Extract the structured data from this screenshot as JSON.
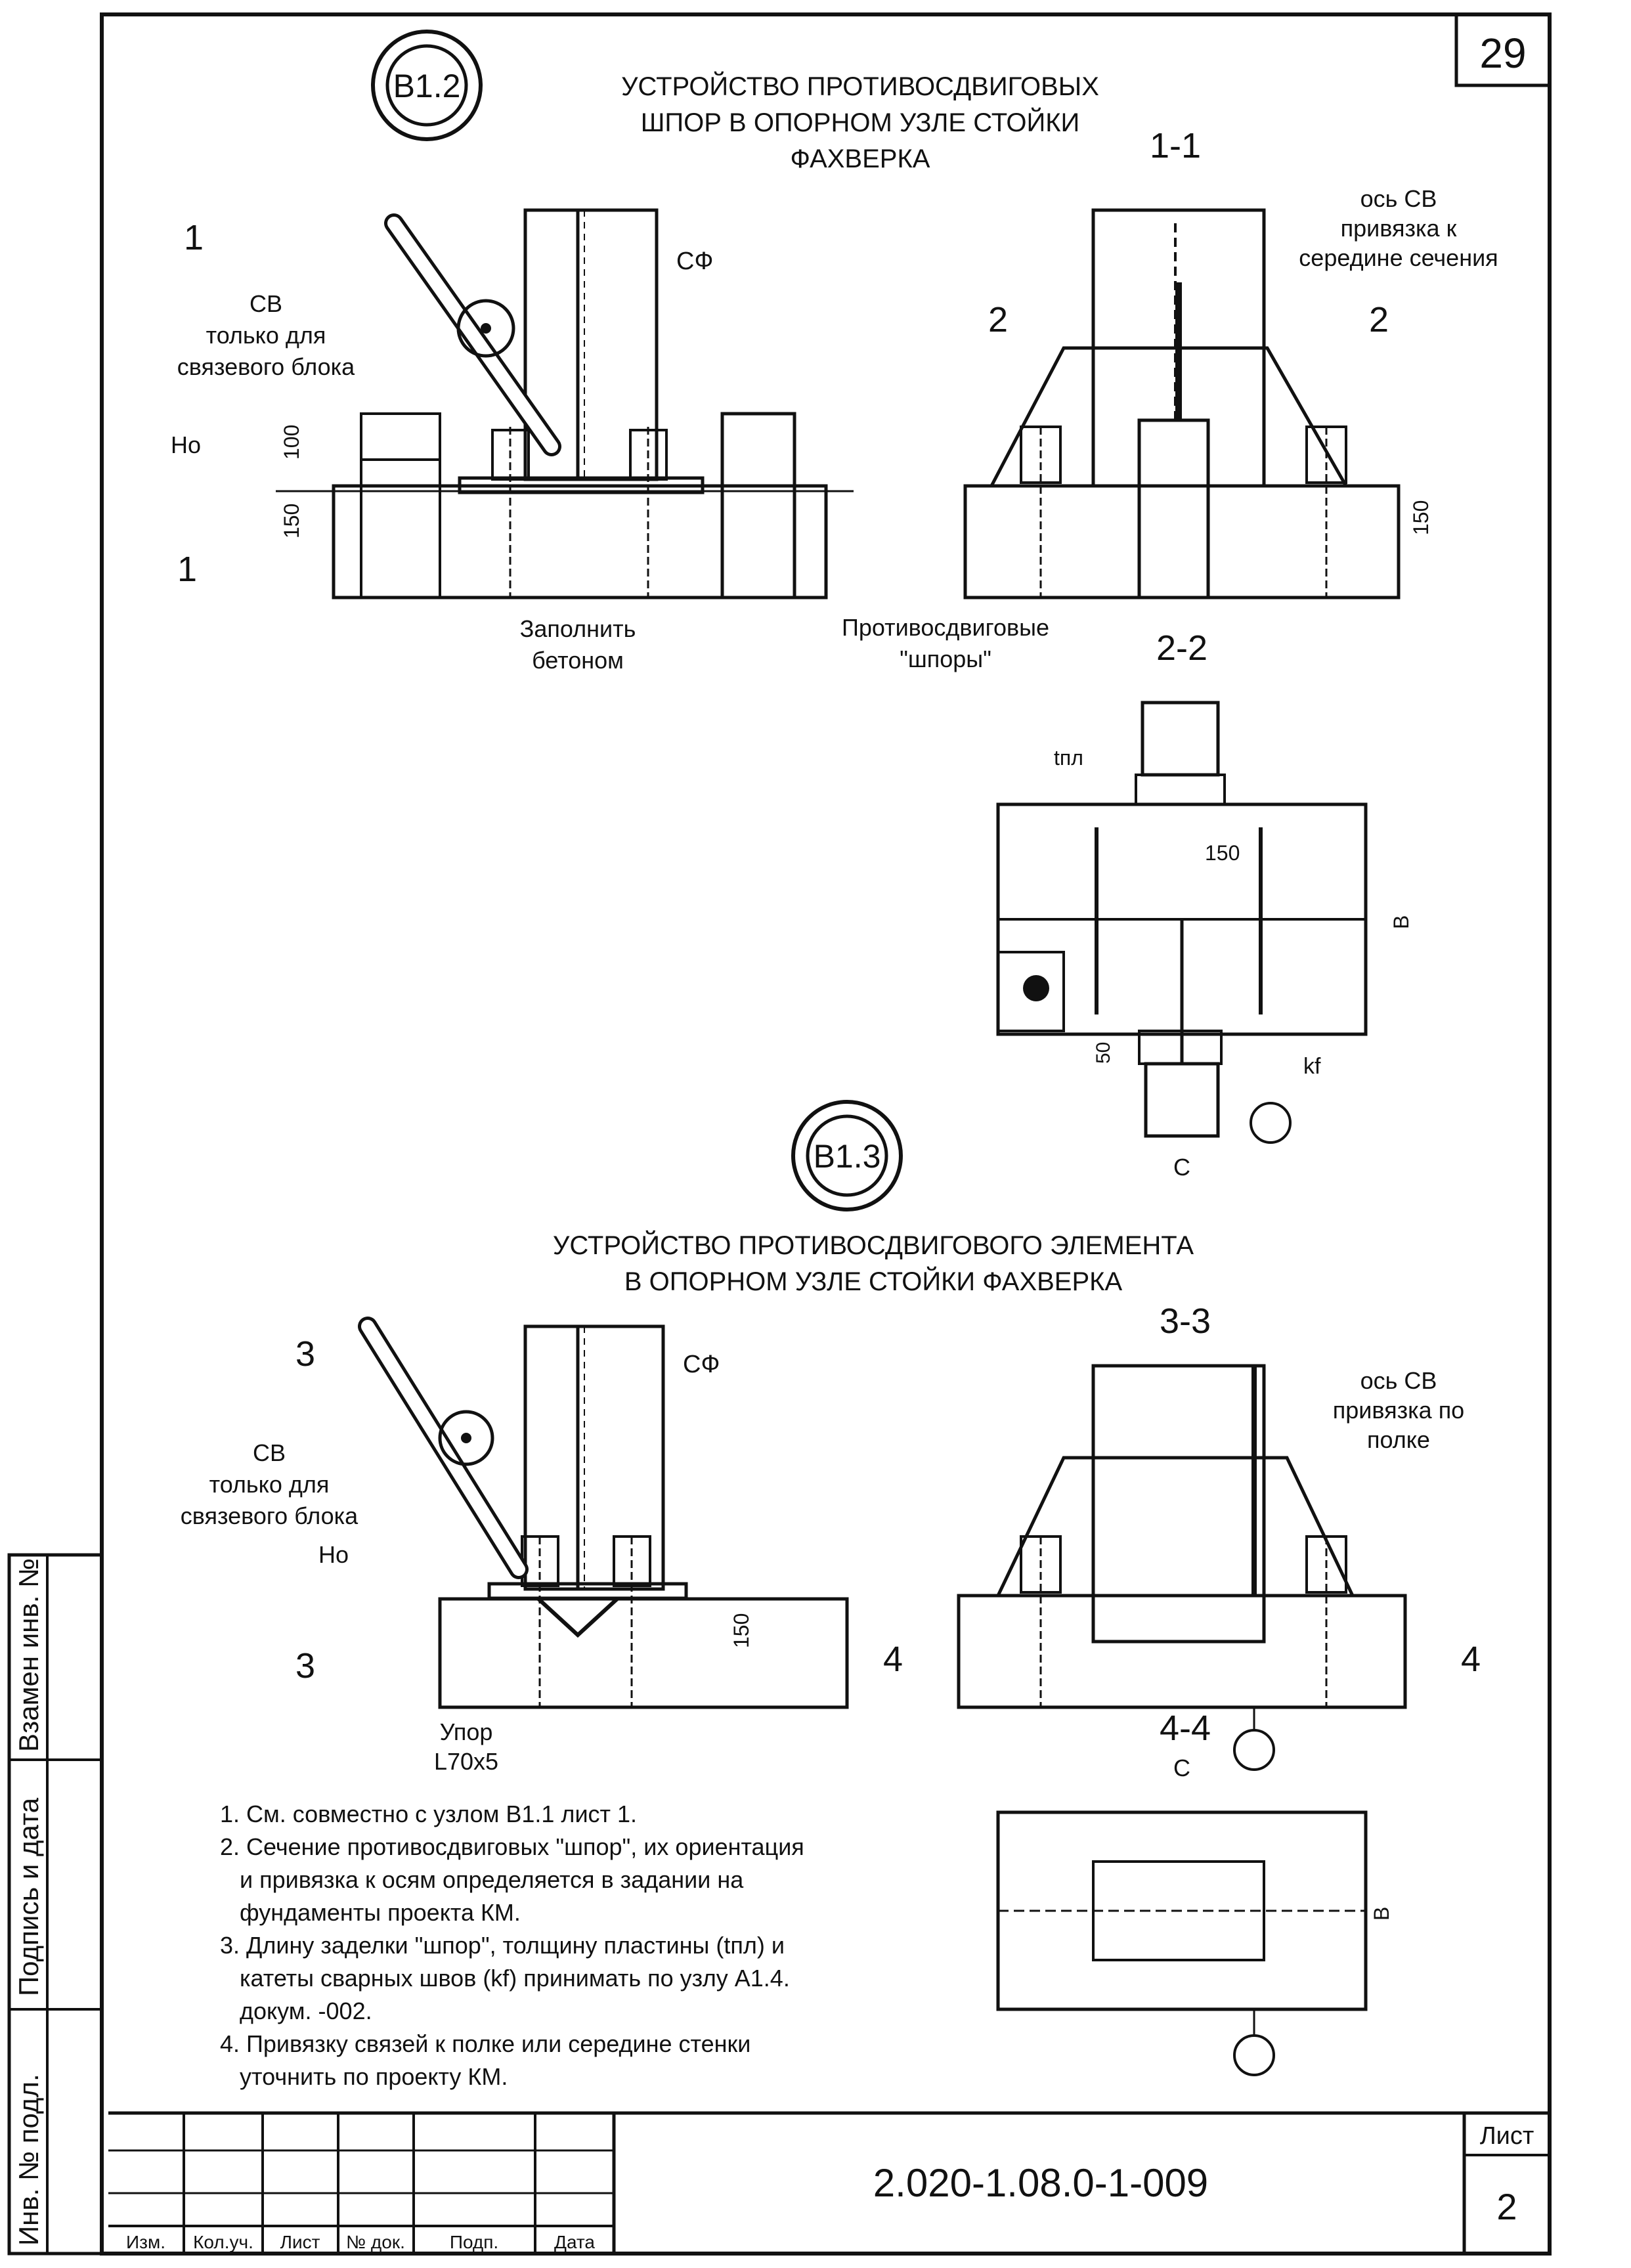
{
  "page_number_top": "29",
  "nodes": {
    "b12": {
      "mark": "В1.2",
      "title": [
        "УСТРОЙСТВО ПРОТИВОСДВИГОВЫХ",
        "ШПОР В  ОПОРНОМ УЗЛЕ  СТОЙКИ",
        "ФАХВЕРКА"
      ]
    },
    "b13": {
      "mark": "В1.3",
      "title": [
        "УСТРОЙСТВО ПРОТИВОСДВИГОВОГО ЭЛЕМЕНТА",
        "В  ОПОРНОМ УЗЛЕ  СТОЙКИ ФАХВЕРКА"
      ]
    }
  },
  "labels": {
    "sv": [
      "СВ",
      "только для",
      "связевого блока"
    ],
    "sf": "СФ",
    "ho": "Но",
    "fill_concrete": [
      "Заполнить",
      "бетоном"
    ],
    "anti_shear": [
      "Противосдвиговые",
      "\"шпоры\""
    ],
    "axis_sv_mid": [
      "ось СВ",
      "привязка к",
      "середине сечения"
    ],
    "axis_sv_flange": [
      "ось СВ",
      "привязка по",
      "полке"
    ],
    "t_pl": "tпл",
    "kf": "kf",
    "upor": [
      "Упор",
      "L70x5"
    ]
  },
  "section_marks": {
    "s1": "1",
    "s2": "2",
    "s3": "3",
    "s4": "4",
    "sec11": "1-1",
    "sec22": "2-2",
    "sec33": "3-3",
    "sec44": "4-4"
  },
  "dimensions": {
    "d100": "100",
    "d150": "150",
    "d50": "50",
    "b": "В",
    "c": "С"
  },
  "notes": [
    "1.  См. совместно с узлом В1.1 лист 1.",
    "2. Сечение противосдвиговых \"шпор\", их ориентация",
    "и привязка к осям определяется в задании на",
    "фундаменты проекта КМ.",
    "3. Длину заделки \"шпор\", толщину пластины (tпл) и",
    "катеты сварных швов (kf) принимать по узлу А1.4.",
    "докум. -002.",
    "4. Привязку связей к полке или середине стенки",
    "уточнить по проекту КМ."
  ],
  "side_stamp": [
    "Взамен инв. №",
    "Подпись и дата",
    "Инв. № подл."
  ],
  "title_block": {
    "doc_code": "2.020-1.08.0-1-009",
    "sheet_label": "Лист",
    "sheet_number": "2",
    "columns": [
      "Изм.",
      "Кол.уч.",
      "Лист",
      "№ док.",
      "Подп.",
      "Дата"
    ]
  }
}
